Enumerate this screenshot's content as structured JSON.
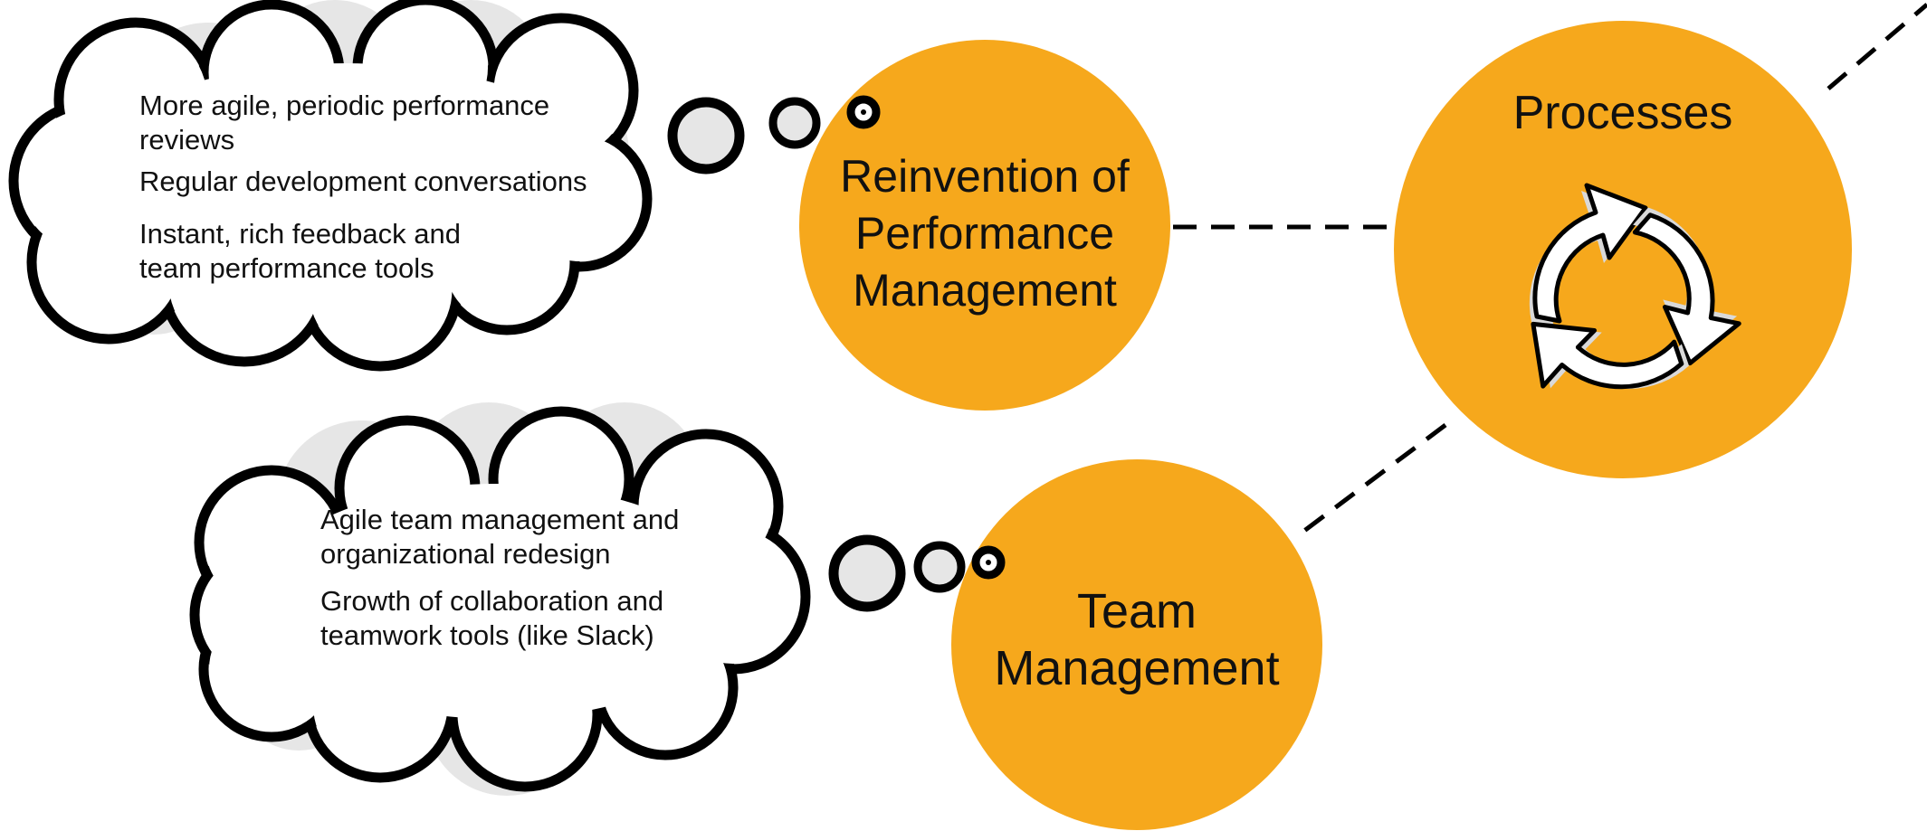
{
  "colors": {
    "circle_fill": "#F6A81C",
    "outline": "#000000",
    "cloud_shadow": "#E6E6E6",
    "arrow_fill": "#FFFFFF"
  },
  "clouds": {
    "top": {
      "items": [
        "More agile, periodic performance reviews",
        "Regular development conversations",
        "Instant, rich feedback and team performance tools"
      ]
    },
    "bottom": {
      "items": [
        "Agile team management and organizational redesign",
        "Growth of collaboration and teamwork tools (like Slack)"
      ]
    }
  },
  "circles": {
    "reinvention": {
      "lines": [
        "Reinvention of",
        "Performance",
        "Management"
      ]
    },
    "processes": {
      "label": "Processes",
      "icon": "recycle-arrows-icon"
    },
    "team": {
      "lines": [
        "Team",
        "Management"
      ]
    }
  }
}
